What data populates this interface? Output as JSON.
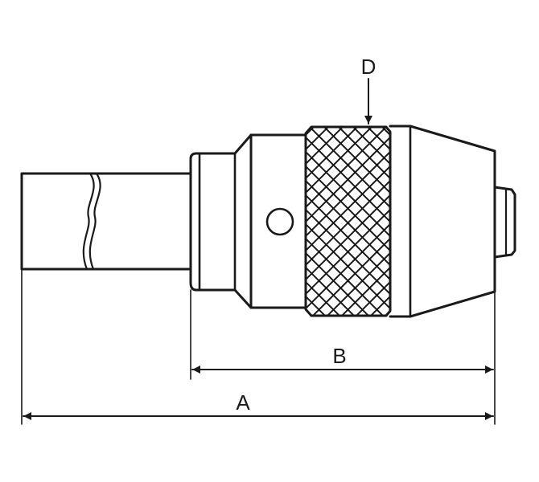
{
  "labels": {
    "dimension_a": "A",
    "dimension_b": "B",
    "dimension_d": "D"
  },
  "colors": {
    "stroke": "#1a1a1a",
    "background": "#ffffff"
  }
}
